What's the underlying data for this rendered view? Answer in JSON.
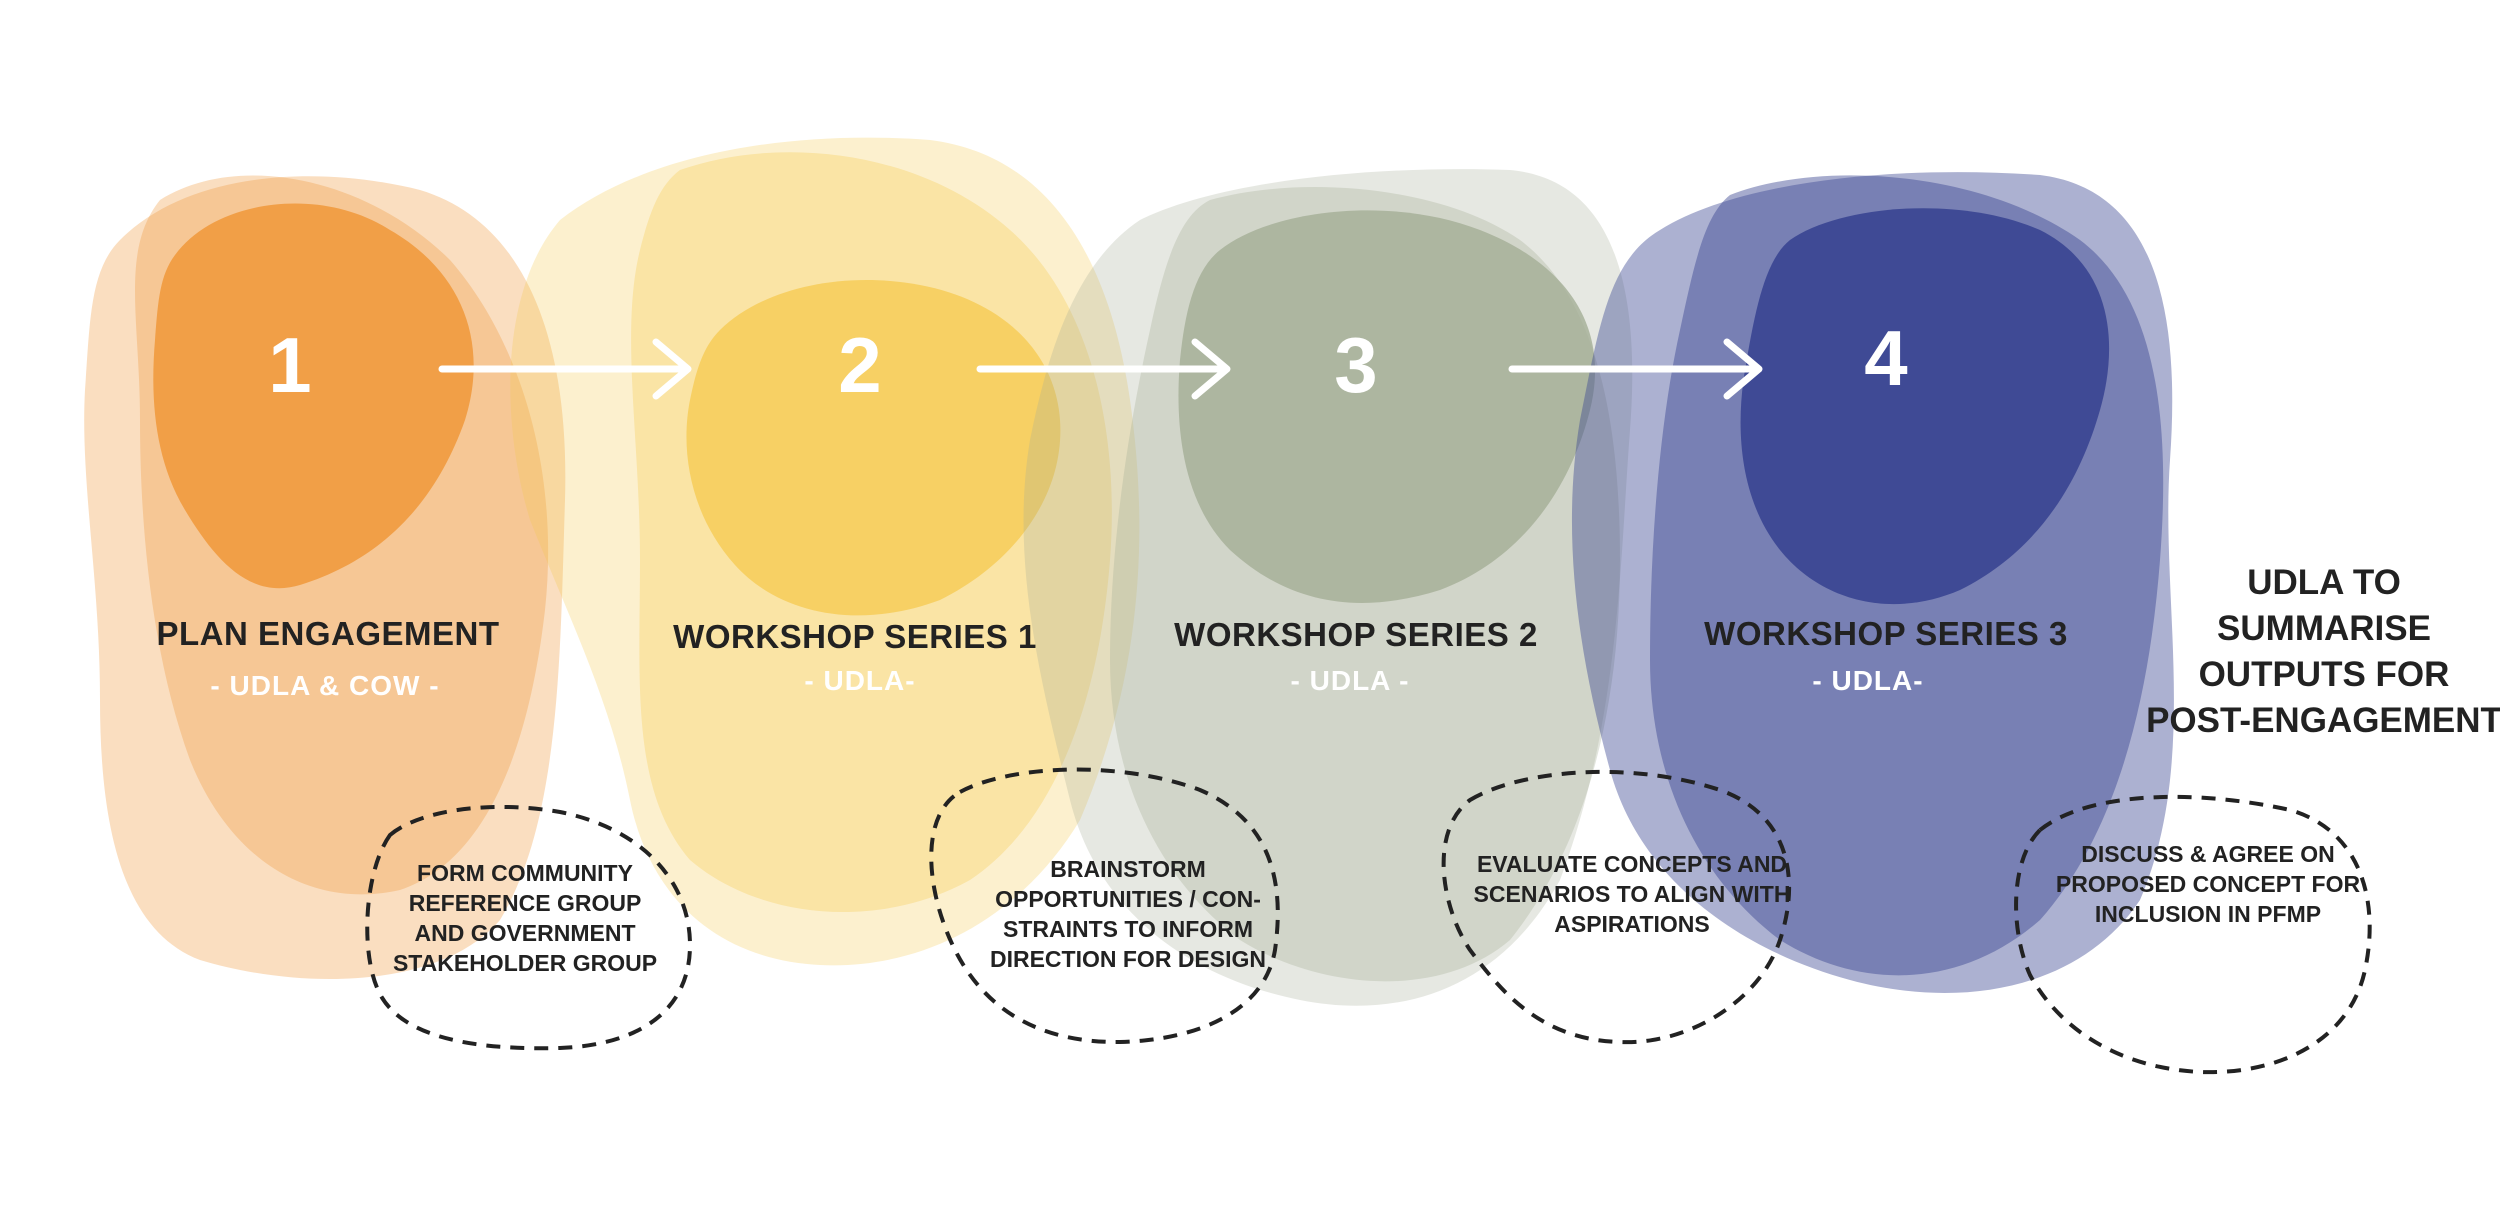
{
  "colors": {
    "orange": "#F0983A",
    "yellow": "#F6C94F",
    "green": "#A4AE96",
    "blue": "#394491",
    "arrow": "#ffffff",
    "text": "#222222"
  },
  "stages": [
    {
      "number": "1",
      "title": "PLAN ENGAGEMENT",
      "subtitle": "- UDLA & COW -",
      "note_lines": [
        "FORM COMMUNITY",
        "REFERENCE GROUP",
        "AND GOVERNMENT",
        "STAKEHOLDER GROUP"
      ]
    },
    {
      "number": "2",
      "title": "WORKSHOP SERIES 1",
      "subtitle": "- UDLA-",
      "note_lines": [
        "BRAINSTORM",
        "OPPORTUNITIES / CON-",
        "STRAINTS TO INFORM",
        "DIRECTION FOR DESIGN"
      ]
    },
    {
      "number": "3",
      "title": "WORKSHOP SERIES 2",
      "subtitle": "- UDLA -",
      "note_lines": [
        "EVALUATE CONCEPTS AND",
        "SCENARIOS TO ALIGN WITH",
        "ASPIRATIONS"
      ]
    },
    {
      "number": "4",
      "title": "WORKSHOP SERIES 3",
      "subtitle": "- UDLA-",
      "note_lines": [
        "DISCUSS & AGREE ON",
        "PROPOSED CONCEPT FOR",
        "INCLUSION IN PFMP"
      ]
    }
  ],
  "final_step": {
    "lines": [
      "UDLA TO",
      "SUMMARISE",
      "OUTPUTS FOR",
      "POST-ENGAGEMENT"
    ]
  }
}
